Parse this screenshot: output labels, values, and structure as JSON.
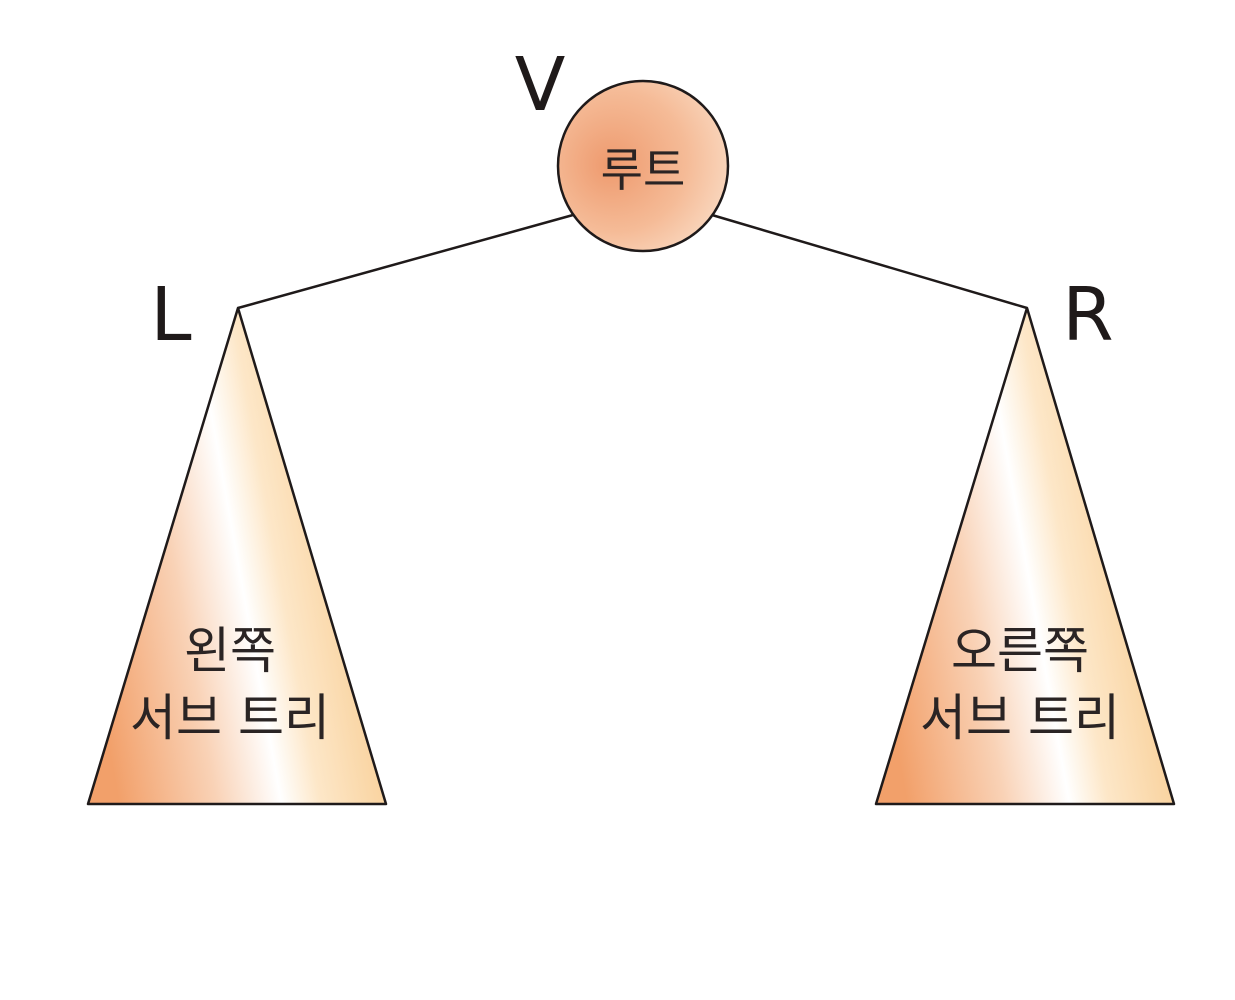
{
  "root": {
    "letter": "V",
    "label": "루트"
  },
  "left_subtree": {
    "letter": "L",
    "label_line1": "왼쪽",
    "label_line2": "서브 트리"
  },
  "right_subtree": {
    "letter": "R",
    "label_line1": "오른쪽",
    "label_line2": "서브 트리"
  },
  "colors": {
    "root_fill_dark": "#ee9a6e",
    "root_fill_light": "#fbe1cc",
    "subtree_dark": "#f2a06a",
    "subtree_mid": "#f7c98f",
    "subtree_light": "#ffffff",
    "subtree_end": "#f6c27d",
    "stroke": "#1f1a1a"
  }
}
